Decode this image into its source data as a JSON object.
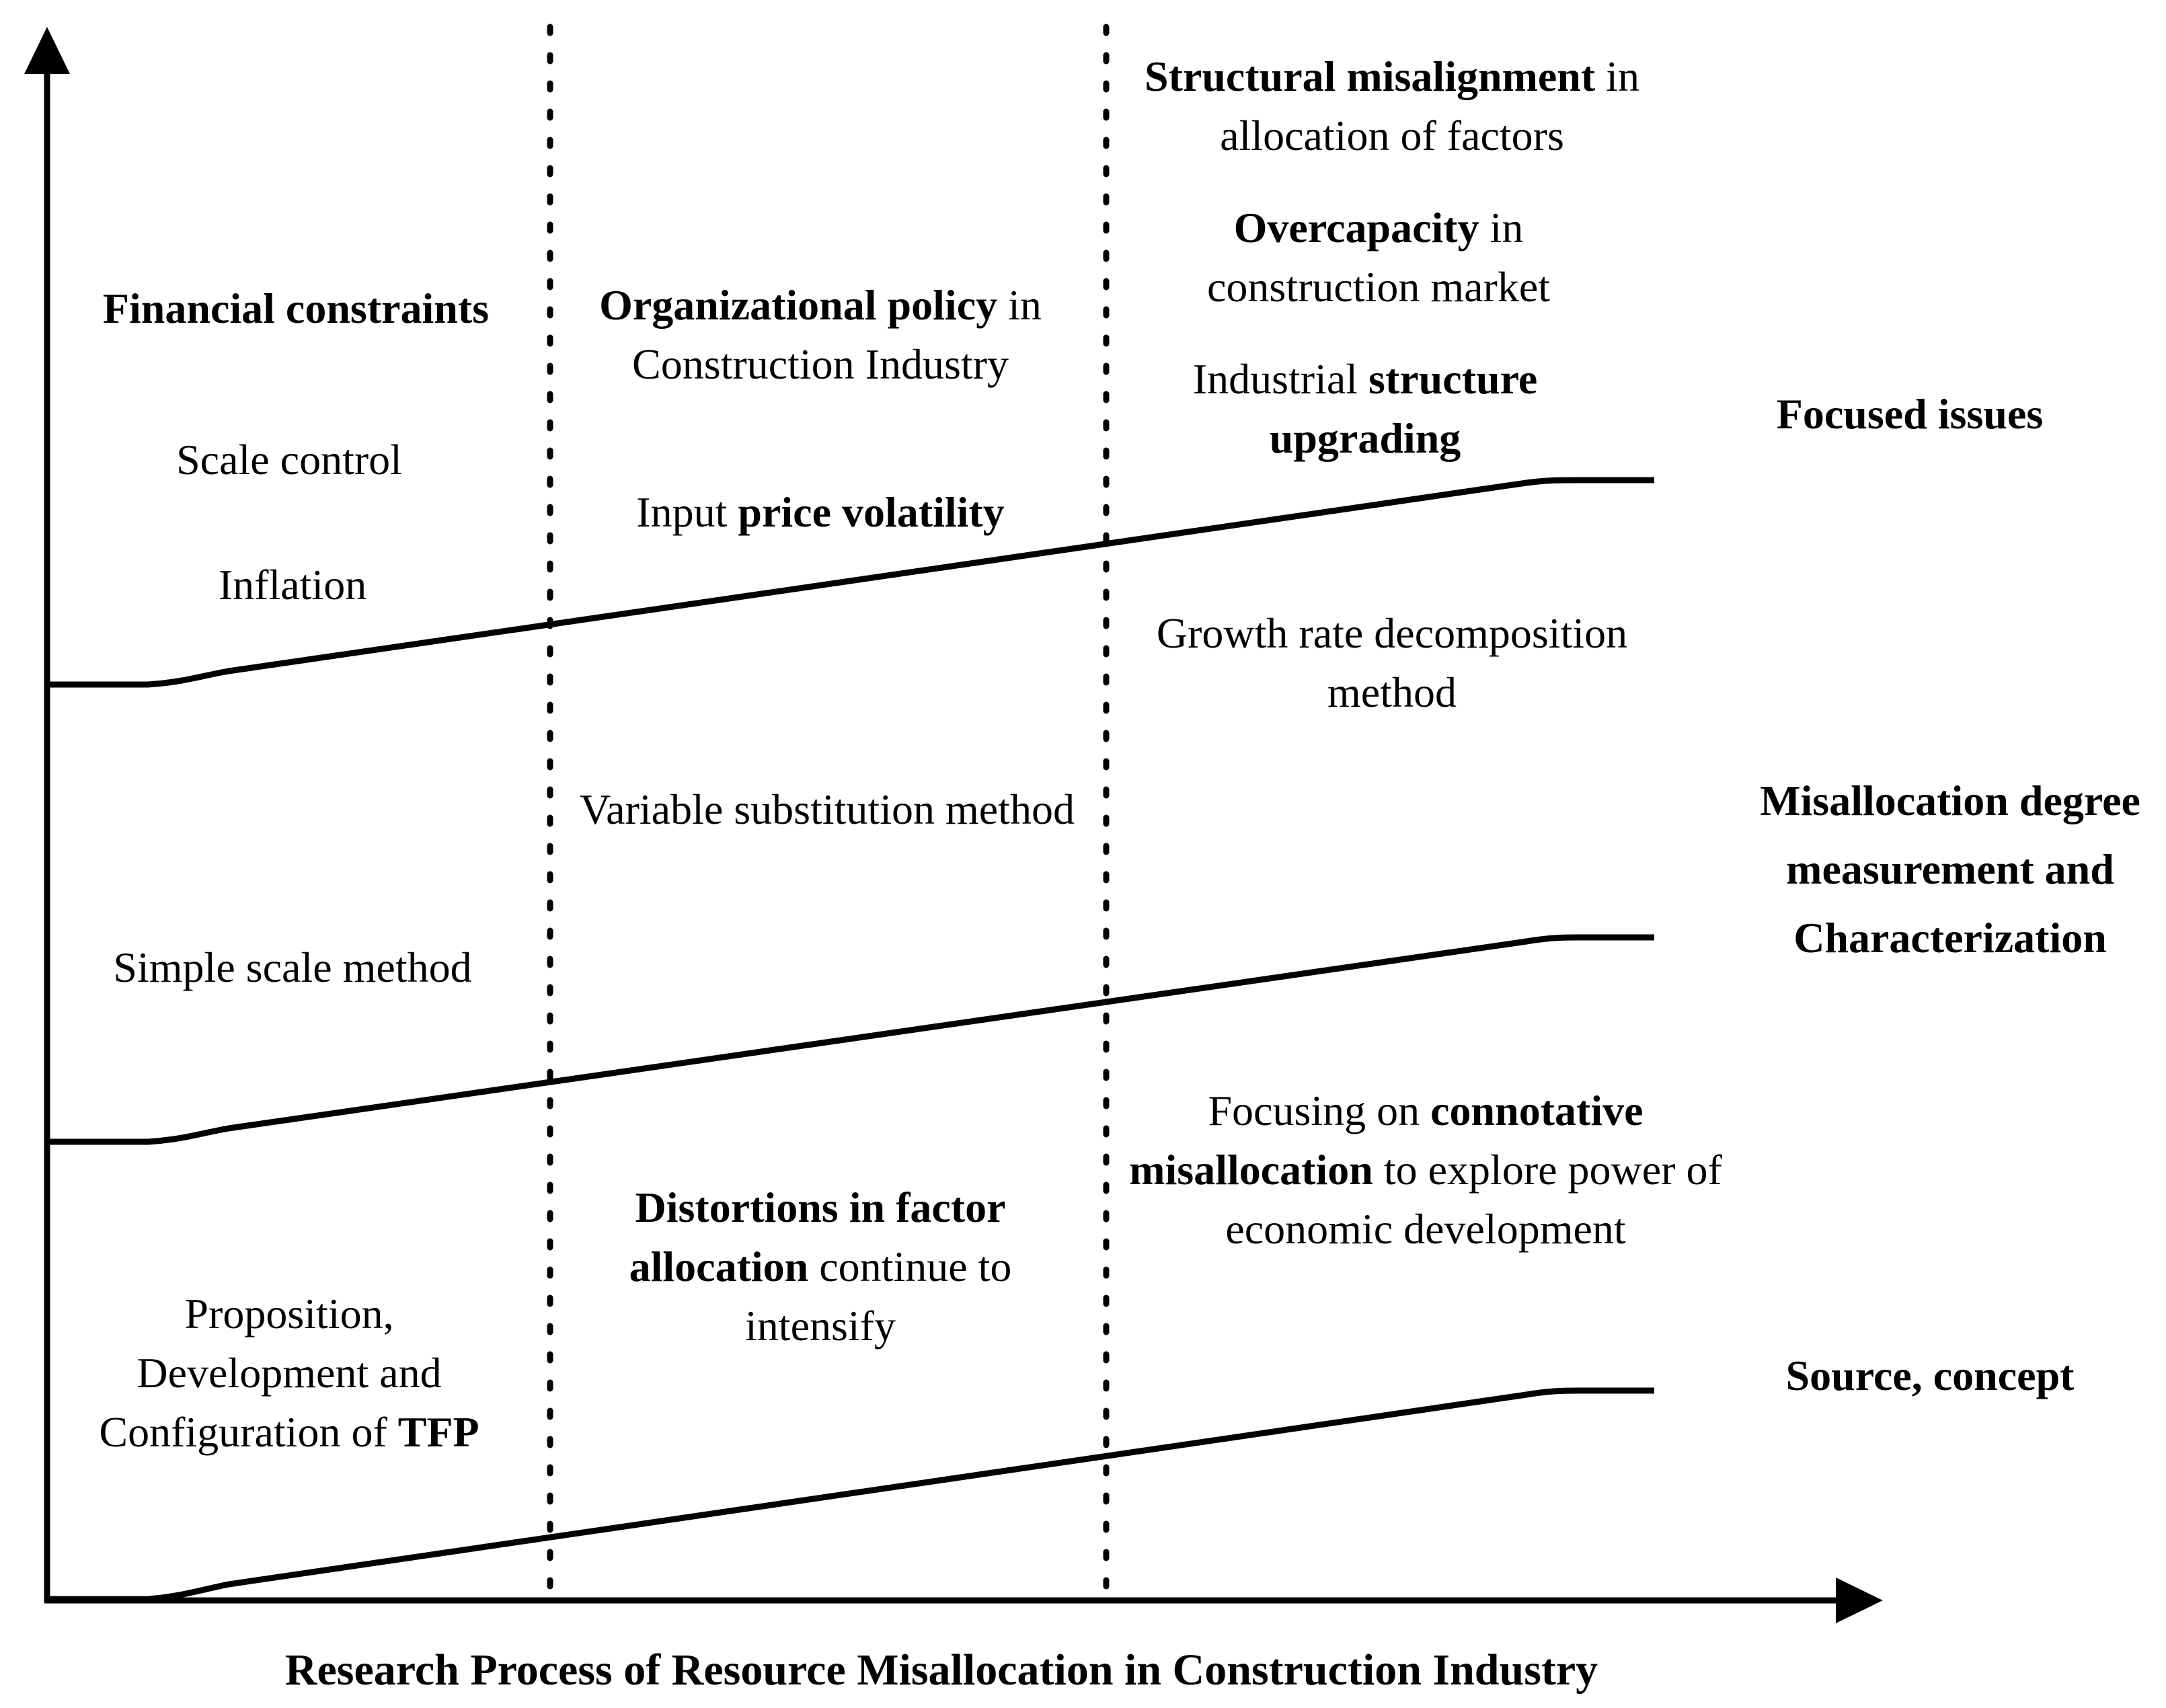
{
  "x_axis_title": "Research Process of Resource Misallocation in Construction Industry",
  "bands": {
    "focused_issues": "Focused issues",
    "measurement": [
      "Misallocation degree",
      "measurement and",
      "Characterization"
    ],
    "source": "Source, concept"
  },
  "stage1": {
    "financial_constraints": "Financial constraints",
    "scale_control": "Scale control",
    "inflation": "Inflation",
    "simple_scale_method": "Simple scale method",
    "tfp_line1": "Proposition,",
    "tfp_line2": "Development and",
    "tfp_line3a": "Configuration of ",
    "tfp_line3b": "TFP"
  },
  "stage2": {
    "org_policy_a": "Organizational policy",
    "org_policy_b": " in",
    "org_policy_line2": "Construction Industry",
    "input_price_a": "Input ",
    "input_price_b": "price volatility",
    "variable_substitution": "Variable substitution method",
    "distortions_line1": "Distortions in factor",
    "distortions_line2a": "allocation",
    "distortions_line2b": " continue to",
    "distortions_line3": "intensify"
  },
  "stage3": {
    "structural_a": "Structural misalignment",
    "structural_b": " in",
    "structural_line2": "allocation of factors",
    "overcapacity_a": "Overcapacity",
    "overcapacity_b": " in",
    "overcapacity_line2": "construction market",
    "industrial_a": "Industrial ",
    "industrial_b": "structure",
    "industrial_line2": "upgrading",
    "growth_line1": "Growth rate decomposition",
    "growth_line2": "method",
    "focusing_a": "Focusing on ",
    "focusing_b": "connotative",
    "focusing_line2a": "misallocation",
    "focusing_line2b": " to explore power of",
    "focusing_line3": "economic development"
  }
}
